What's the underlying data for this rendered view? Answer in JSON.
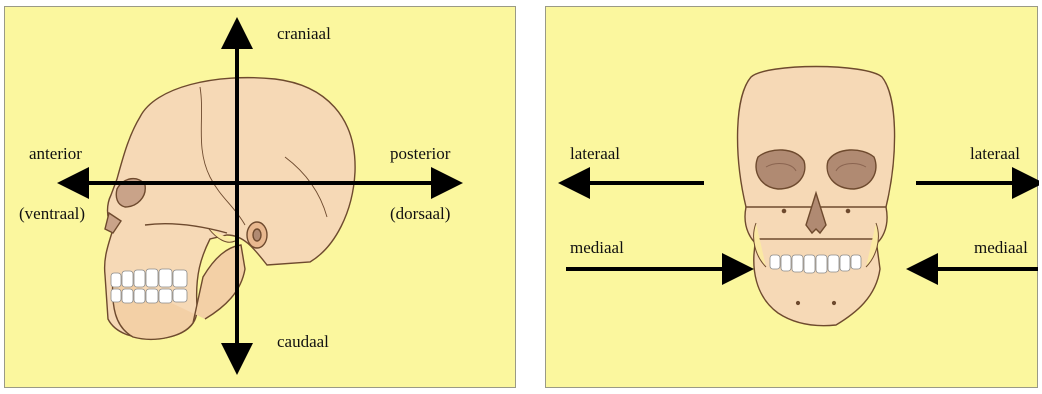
{
  "left_panel": {
    "labels": {
      "top": "craniaal",
      "bottom": "caudaal",
      "left": "anterior",
      "left_sub": "(ventraal)",
      "right": "posterior",
      "right_sub": "(dorsaal)"
    }
  },
  "right_panel": {
    "labels": {
      "left_top": "lateraal",
      "left_bottom": "mediaal",
      "right_top": "lateraal",
      "right_bottom": "mediaal"
    }
  },
  "colors": {
    "background": "#fbf79e",
    "bone": "#f6d9b6",
    "bone_outline": "#6e4a2e",
    "orbit": "#b08a72",
    "teeth": "#ffffff",
    "arrow": "#000000"
  }
}
